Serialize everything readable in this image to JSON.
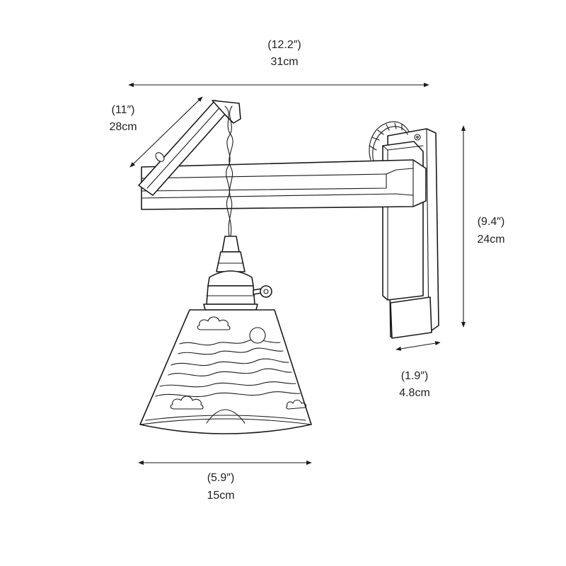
{
  "dimensions": {
    "overall_width": {
      "inches": "(12.2″)",
      "cm": "31cm"
    },
    "arm_depth": {
      "inches": "(11″)",
      "cm": "28cm"
    },
    "overall_height": {
      "inches": "(9.4″)",
      "cm": "24cm"
    },
    "backplate_width": {
      "inches": "(1.9″)",
      "cm": "4.8cm"
    },
    "shade_diameter": {
      "inches": "(5.9″)",
      "cm": "15cm"
    }
  },
  "colors": {
    "line": "#1a1a1a",
    "background": "#ffffff"
  }
}
